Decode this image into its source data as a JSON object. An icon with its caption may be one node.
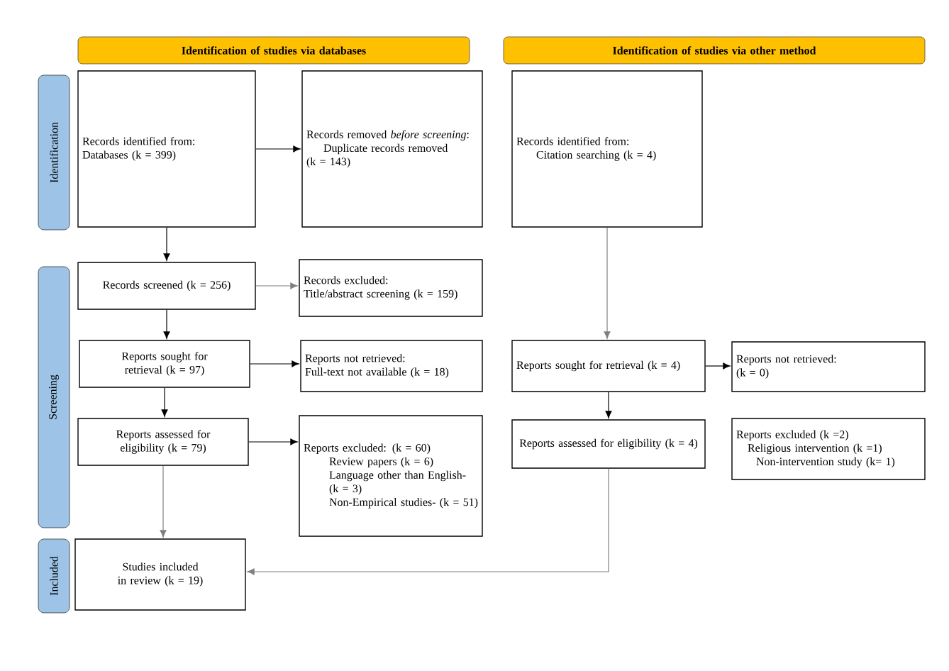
{
  "diagram": {
    "nodes": [
      {
        "text": [
          "Identification of studies via databases"
        ]
      },
      {
        "text": [
          "Identification of studies via other method"
        ]
      },
      {
        "text": [
          "Identification"
        ]
      },
      {
        "text": [
          "Screening"
        ]
      },
      {
        "text": [
          "Included"
        ]
      },
      {
        "text": [
          "Records identified from:",
          "Databases (k = 399)"
        ]
      },
      {
        "text": [
          "Records removed *before screening*:",
          "Duplicate records removed",
          "(k = 143)"
        ]
      },
      {
        "text": [
          "Records identified from:",
          "Citation searching (k = 4)"
        ]
      },
      {
        "text": [
          "Records screened (k = 256)"
        ]
      },
      {
        "text": [
          "Records excluded:",
          "Title/abstract screening (k = 159)"
        ]
      },
      {
        "text": [
          "Reports sought for retrieval (k = 97)"
        ]
      },
      {
        "text": [
          "Reports not retrieved:",
          "Full-text not available (k = 18)"
        ]
      },
      {
        "text": [
          "Reports assessed for eligibility (k = 79)"
        ]
      },
      {
        "text": [
          "Reports excluded: (k = 60)",
          "Review papers (k = 6)",
          "Language other than English- (k = 3)",
          "Non-Empirical studies- (k = 51)"
        ]
      },
      {
        "text": [
          "Studies included in review (k = 19)"
        ]
      },
      {
        "text": [
          "Reports sought for retrieval (k = 4)"
        ]
      },
      {
        "text": [
          "Reports not retrieved:",
          "(k = 0)"
        ]
      },
      {
        "text": [
          "Reports assessed for eligibility (k = 4)"
        ]
      },
      {
        "text": [
          "Reports excluded (k =2)",
          "Religious intervention (k =1)",
          "Non-intervention study (k= 1)"
        ]
      }
    ],
    "edges": [
      {
        "from": 5,
        "to": 6,
        "arrow": "to"
      },
      {
        "from": 5,
        "to": 8,
        "arrow": "to"
      },
      {
        "from": 8,
        "to": 9,
        "arrow": "to",
        "color": "#7f7f7f"
      },
      {
        "from": 8,
        "to": 10,
        "arrow": "to"
      },
      {
        "from": 10,
        "to": 11,
        "arrow": "to"
      },
      {
        "from": 10,
        "to": 12,
        "arrow": "to"
      },
      {
        "from": 12,
        "to": 13,
        "arrow": "to"
      },
      {
        "from": 12,
        "to": 14,
        "arrow": "to",
        "color": "#7f7f7f"
      },
      {
        "from": 7,
        "to": 15,
        "arrow": "to",
        "color": "#7f7f7f"
      },
      {
        "from": 15,
        "to": 16,
        "arrow": "to"
      },
      {
        "from": 15,
        "to": 17,
        "arrow": "to"
      },
      {
        "from": 17,
        "to": 14,
        "arrow": "to",
        "color": "#7f7f7f"
      }
    ]
  }
}
